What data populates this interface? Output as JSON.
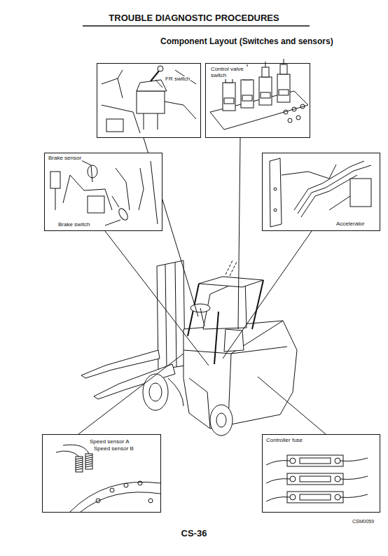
{
  "diagram": {
    "title": "TROUBLE DIAGNOSTIC PROCEDURES",
    "nodes": [
      {
        "text": [
          "FR switch"
        ]
      },
      {
        "text": [
          "Control valve switch"
        ]
      },
      {
        "text": [
          "Brake sensor",
          "Brake switch"
        ]
      },
      {
        "text": [
          "Accelerator"
        ]
      },
      {
        "text": [
          "Speed sensor A",
          "Speed sensor B"
        ]
      },
      {
        "text": [
          "Controller fuse"
        ]
      }
    ],
    "labels": [
      "Component Layout (Switches and sensors)",
      "CS-36",
      "CSM0059"
    ]
  }
}
